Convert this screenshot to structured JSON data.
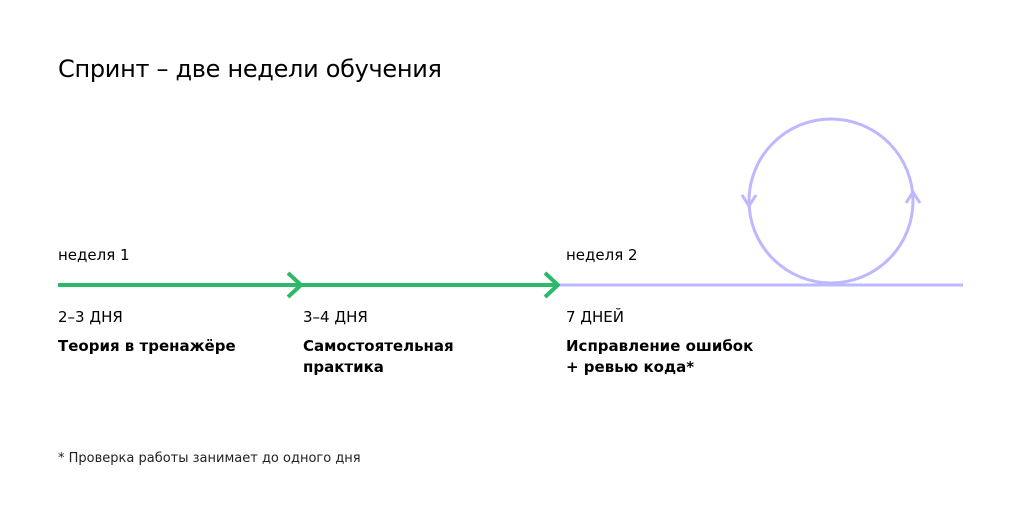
{
  "title": "Спринт – две недели обучения",
  "colors": {
    "green": "#2EB86A",
    "purple": "#BDB8FF"
  },
  "weeks": [
    {
      "label": "неделя 1"
    },
    {
      "label": "неделя 2"
    }
  ],
  "stages": [
    {
      "duration": "2–3 ДНЯ",
      "description": "Теория в тренажёре"
    },
    {
      "duration": "3–4 ДНЯ",
      "description": "Самостоятельная практика"
    },
    {
      "duration": "7 ДНЕЙ",
      "description": "Исправление ошибок + ревью кода*"
    }
  ],
  "footnote": "* Проверка работы занимает до одного дня"
}
